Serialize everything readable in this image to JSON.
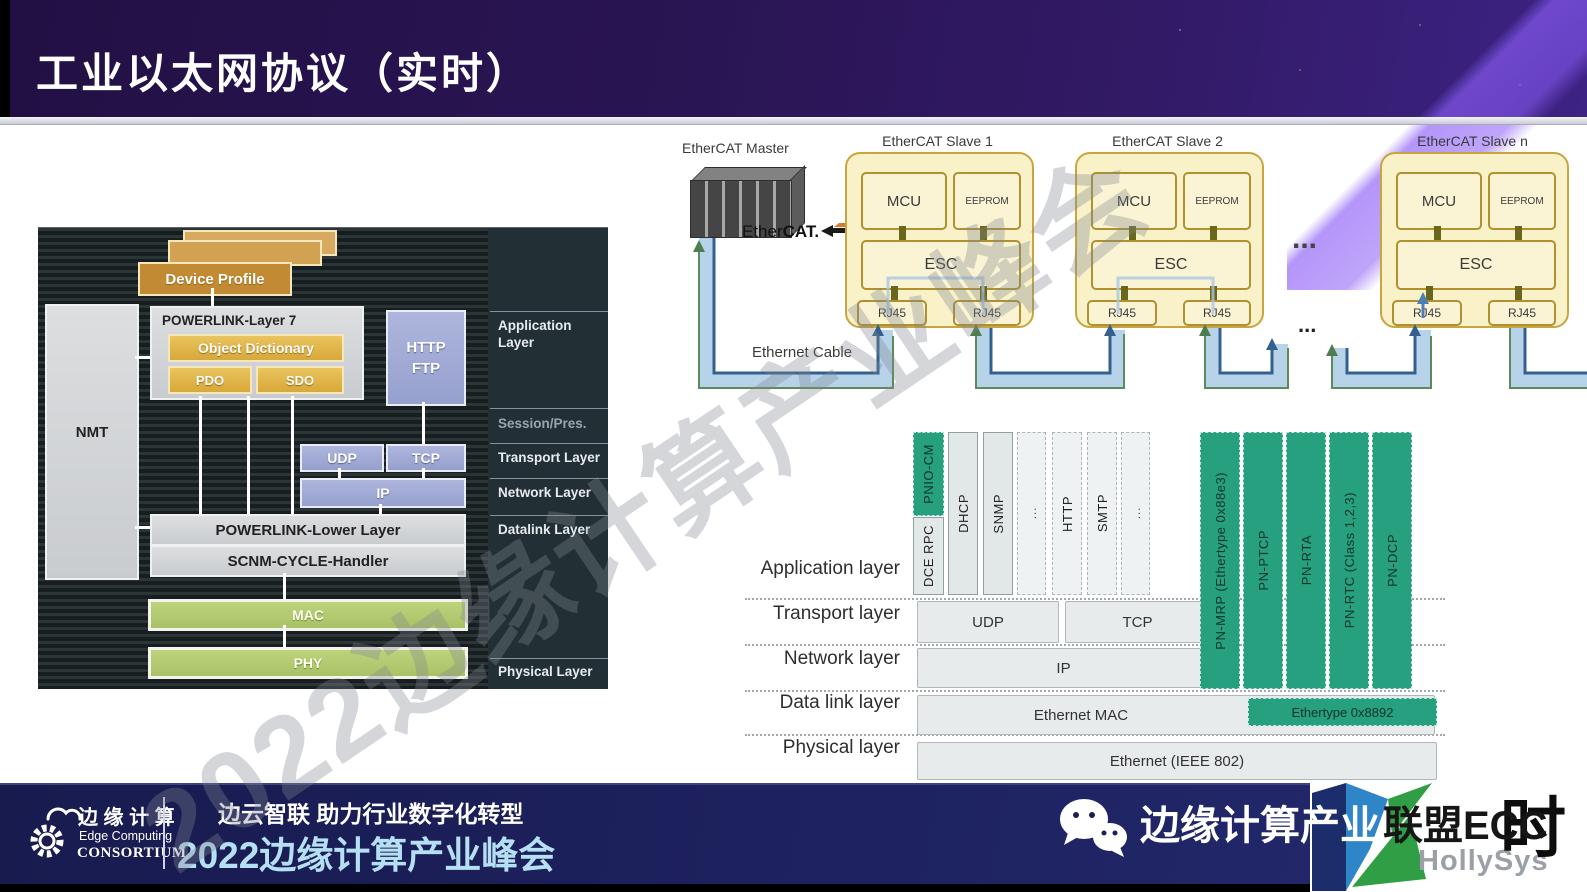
{
  "header": {
    "title": "工业以太网协议（实时）"
  },
  "watermark": "2022边缘计算产业峰会",
  "powerlink": {
    "device_profile": "Device Profile",
    "nmt": "NMT",
    "layer7_title": "POWERLINK-Layer 7",
    "object_dictionary": "Object Dictionary",
    "pdo": "PDO",
    "sdo": "SDO",
    "http": "HTTP",
    "ftp": "FTP",
    "udp": "UDP",
    "tcp": "TCP",
    "ip": "IP",
    "lower_layer": "POWERLINK-Lower Layer",
    "scnm": "SCNM-CYCLE-Handler",
    "mac": "MAC",
    "phy": "PHY",
    "layer_labels": [
      "Application Layer",
      "Session/Pres.",
      "Transport Layer",
      "Network Layer",
      "Datalink Layer",
      "Physical Layer"
    ]
  },
  "ethercat": {
    "master_label": "EtherCAT Master",
    "logo_ether": "Ether",
    "logo_cat": "CAT.",
    "ethernet_cable_label": "Ethernet Cable",
    "dots_slaves": "...",
    "dots_cables": "...",
    "slaves": [
      {
        "title": "EtherCAT Slave 1",
        "mcu": "MCU",
        "eeprom": "EEPROM",
        "esc": "ESC",
        "rj45_left": "RJ45",
        "rj45_right": "RJ45"
      },
      {
        "title": "EtherCAT Slave 2",
        "mcu": "MCU",
        "eeprom": "EEPROM",
        "esc": "ESC",
        "rj45_left": "RJ45",
        "rj45_right": "RJ45"
      },
      {
        "title": "EtherCAT Slave n",
        "mcu": "MCU",
        "eeprom": "EEPROM",
        "esc": "ESC",
        "rj45_left": "RJ45",
        "rj45_right": "RJ45"
      }
    ]
  },
  "profinet": {
    "row_labels": [
      "Application layer",
      "Transport layer",
      "Network layer",
      "Data link layer",
      "Physical layer"
    ],
    "app_columns": [
      "PNIO-CM",
      "DCE RPC",
      "DHCP",
      "SNMP",
      "...",
      "HTTP",
      "SMTP",
      "..."
    ],
    "green_columns": [
      "PN-MRP (Ethertype 0x88e3)",
      "PN-PTCP",
      "PN-RTA",
      "PN-RTC (Class 1,2,3)",
      "PN-DCP"
    ],
    "udp": "UDP",
    "tcp": "TCP",
    "ip": "IP",
    "ethernet_mac": "Ethernet MAC",
    "ethertype": "Ethertype 0x8892",
    "ethernet_physical": "Ethernet (IEEE 802)"
  },
  "footer": {
    "consortium_cn": "边 缘 计 算",
    "consortium_en1": "Edge Computing",
    "consortium_en2": "CONSORTIUM",
    "slogan": "边云智联  助力行业数字化转型",
    "summit": "2022边缘计算产业峰会",
    "alliance_white": "边缘计算产业",
    "alliance_dark": "联盟ECC",
    "stamp": "时",
    "hollysys": "HollySys"
  },
  "colors": {
    "accent_green": "#27a080",
    "slave_yellow": "#f9f1c8",
    "cable_blue": "#b7d3ea",
    "header_purple": "#2a1554",
    "footer_navy": "#1b1f55",
    "gold": "#dfb54b",
    "powerlink_green": "#b4cc72",
    "box_blue": "#9aa5d2"
  }
}
